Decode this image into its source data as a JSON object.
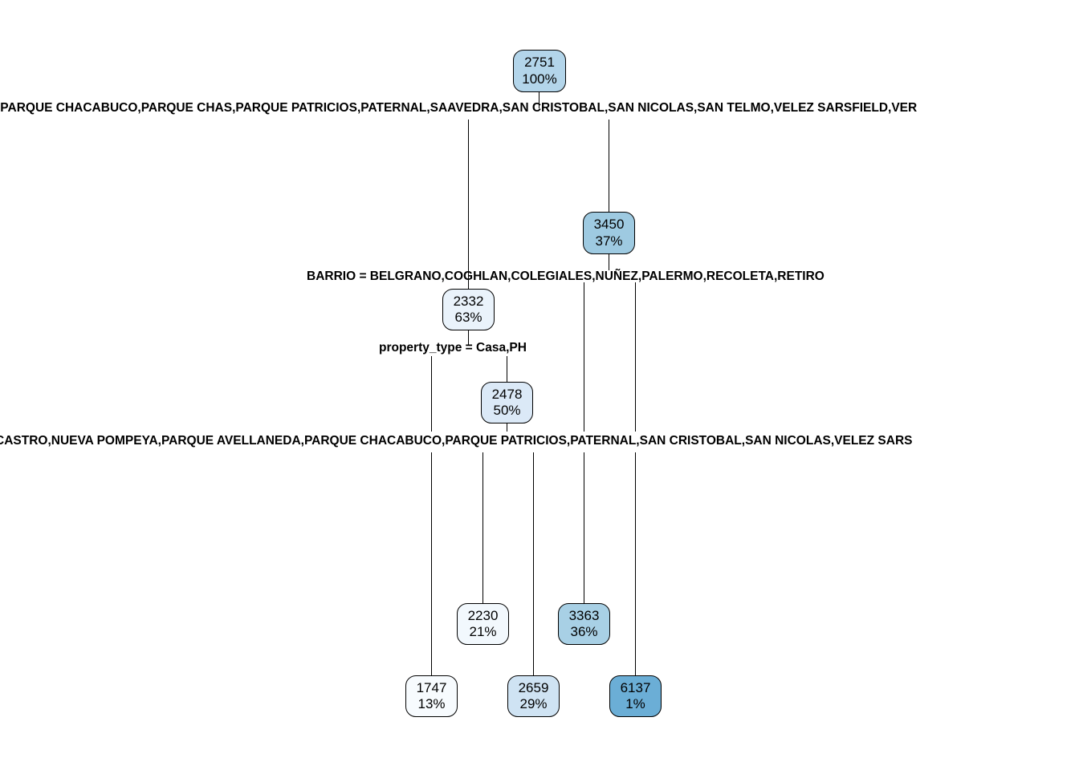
{
  "diagram": {
    "type": "decision-tree",
    "title": "",
    "background": "#ffffff",
    "colors": {
      "node_border": "#000000",
      "edge": "#000000",
      "text": "#000000",
      "fill_lightest": "#f4f9fd",
      "fill_light": "#e4eff9",
      "fill_mid": "#cfe3f3",
      "fill_dark": "#9ecae1",
      "fill_darkest": "#6baed6"
    }
  },
  "labels": [
    {
      "id": "label-root-split",
      "text": ",PARQUE CHACABUCO,PARQUE CHAS,PARQUE PATRICIOS,PATERNAL,SAAVEDRA,SAN CRISTOBAL,SAN NICOLAS,SAN TELMO,VELEZ SARSFIELD,VER",
      "clipped_left": true,
      "clipped_right": true
    },
    {
      "id": "label-barrio",
      "text": "BARRIO = BELGRANO,COGHLAN,COLEGIALES,NUÑEZ,PALERMO,RECOLETA,RETIRO",
      "clipped_left": false,
      "clipped_right": false
    },
    {
      "id": "label-property-type",
      "text": "property_type = Casa,PH",
      "clipped_left": false,
      "clipped_right": false
    },
    {
      "id": "label-barrio-lower",
      "text": "CASTRO,NUEVA POMPEYA,PARQUE AVELLANEDA,PARQUE CHACABUCO,PARQUE PATRICIOS,PATERNAL,SAN CRISTOBAL,SAN NICOLAS,VELEZ SARS",
      "clipped_left": true,
      "clipped_right": true
    }
  ],
  "nodes": [
    {
      "id": "node-root",
      "count": "2751",
      "pct": "100%",
      "fill": "#b3d5ea"
    },
    {
      "id": "node-3450",
      "count": "3450",
      "pct": "37%",
      "fill": "#9ecae1"
    },
    {
      "id": "node-2332",
      "count": "2332",
      "pct": "63%",
      "fill": "#eaf3fb"
    },
    {
      "id": "node-2478",
      "count": "2478",
      "pct": "50%",
      "fill": "#dbe9f7"
    },
    {
      "id": "node-2230",
      "count": "2230",
      "pct": "21%",
      "fill": "#f2f8fd"
    },
    {
      "id": "node-3363",
      "count": "3363",
      "pct": "36%",
      "fill": "#a8d0e5"
    },
    {
      "id": "node-1747",
      "count": "1747",
      "pct": "13%",
      "fill": "#f7fbfe"
    },
    {
      "id": "node-2659",
      "count": "2659",
      "pct": "29%",
      "fill": "#cfe3f3"
    },
    {
      "id": "node-6137",
      "count": "6137",
      "pct": "1%",
      "fill": "#6baed6"
    }
  ],
  "chart_data": {
    "type": "tree",
    "root": {
      "count": 2751,
      "pct": 100,
      "split": "BARRIO",
      "children": [
        {
          "count": 2332,
          "pct": 63,
          "split": "property_type = Casa,PH",
          "children": [
            {
              "count": 1747,
              "pct": 13
            },
            {
              "count": 2478,
              "pct": 50,
              "split": "BARRIO",
              "children": [
                {
                  "count": 2230,
                  "pct": 21
                },
                {
                  "count": 2659,
                  "pct": 29
                }
              ]
            }
          ]
        },
        {
          "count": 3450,
          "pct": 37,
          "children": [
            {
              "count": 3363,
              "pct": 36
            },
            {
              "count": 6137,
              "pct": 1
            }
          ]
        }
      ]
    }
  }
}
